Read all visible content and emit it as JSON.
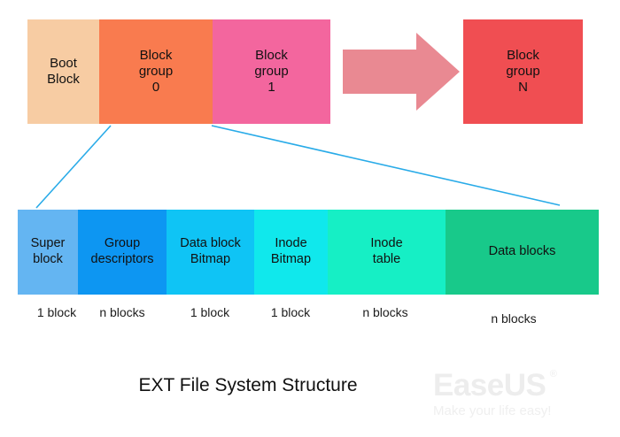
{
  "diagram": {
    "caption": "EXT File System Structure",
    "top_row": {
      "cells": [
        {
          "label": "Boot\nBlock",
          "color": "#F7CCA3"
        },
        {
          "label": "Block\ngroup\n0",
          "color": "#F97B4F"
        },
        {
          "label": "Block\ngroup\n1",
          "color": "#F3669E"
        },
        {
          "label": "Block\ngroup\nN",
          "color": "#F04E52"
        }
      ],
      "arrow": {
        "name": "right-arrow",
        "color": "#E98992"
      }
    },
    "detail_band": {
      "connector_color": "#29ABE8",
      "segments": [
        {
          "label": "Super\nblock",
          "size": "1 block",
          "color": "#64B5F2",
          "width": 68
        },
        {
          "label": "Group\ndescriptors",
          "size": "n blocks",
          "color": "#0D96F2",
          "width": 100
        },
        {
          "label": "Data block\nBitmap",
          "size": "1 block",
          "color": "#0FC4F5",
          "width": 99
        },
        {
          "label": "Inode\nBitmap",
          "size": "1 block",
          "color": "#10E8EC",
          "width": 83
        },
        {
          "label": "Inode\ntable",
          "size": "n blocks",
          "color": "#16EFC5",
          "width": 133
        },
        {
          "label": "Data blocks",
          "size": "n blocks",
          "color": "#18C98A",
          "width": 173
        }
      ]
    },
    "watermark": {
      "name": "EaseUS",
      "registered": "®",
      "tagline": "Make your life easy!"
    }
  }
}
